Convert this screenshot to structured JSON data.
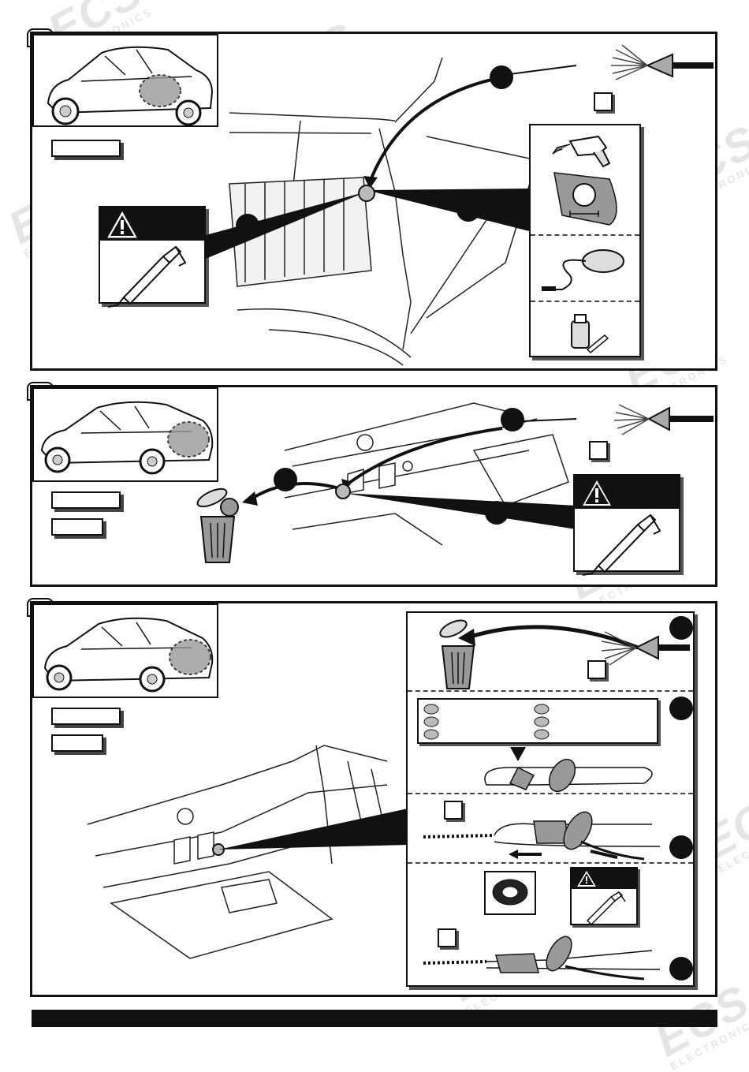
{
  "watermark": {
    "logo": "ECS",
    "sub": "ELECTRONICS"
  },
  "steps": [
    {
      "id": 1
    },
    {
      "id": 2
    },
    {
      "id": 3
    }
  ],
  "icons": {
    "warning": "warning-triangle-icon",
    "drill": "drill-icon",
    "vacuum": "vacuum-cleaner-icon",
    "paint": "touch-up-paint-icon",
    "sealant": "sealant-gun-icon",
    "bin": "trash-bin-icon",
    "tape": "insulation-tape-icon"
  }
}
